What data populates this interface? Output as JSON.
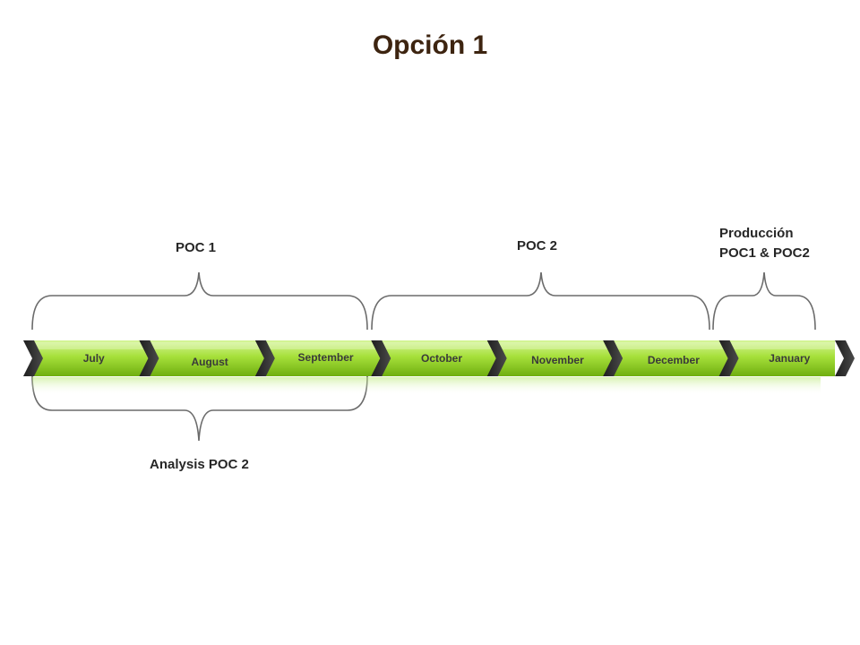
{
  "title": "Opción 1",
  "months": [
    {
      "label": "July"
    },
    {
      "label": "August"
    },
    {
      "label": "September"
    },
    {
      "label": "October"
    },
    {
      "label": "November"
    },
    {
      "label": "December"
    },
    {
      "label": "January"
    }
  ],
  "brackets": {
    "poc1": "POC 1",
    "poc2": "POC 2",
    "produccion_line1": "Producción",
    "produccion_line2": "POC1 & POC2",
    "analysis": "Analysis POC 2"
  },
  "colors": {
    "segment_light": "#c9f07a",
    "segment_mid": "#8fd11f",
    "segment_dark": "#5f9e0a",
    "chevron": "#2e2e2e",
    "bracket": "#6b6b6b",
    "title": "#3d2410"
  }
}
